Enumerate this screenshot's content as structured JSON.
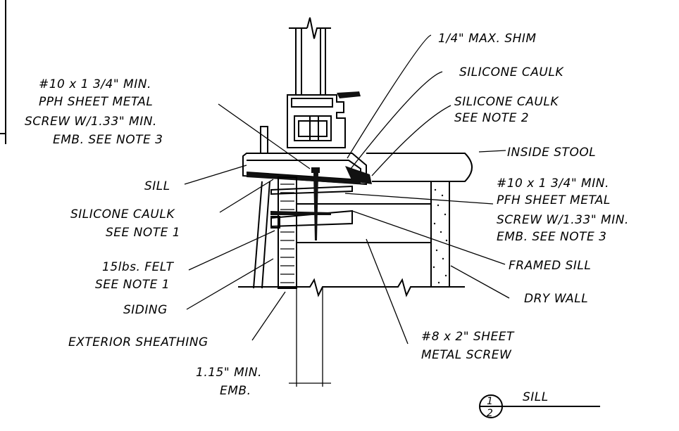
{
  "labels": {
    "shim": "1/4\" MAX. SHIM",
    "silicone_caulk_top": "SILICONE CAULK",
    "silicone_caulk_note2": [
      "SILICONE CAULK",
      "SEE NOTE 2"
    ],
    "inside_stool": "INSIDE STOOL",
    "screw_pfh": [
      "#10 x 1 3/4\" MIN.",
      "PFH SHEET METAL",
      "SCREW W/1.33\" MIN.",
      "EMB. SEE NOTE 3"
    ],
    "screw_pph": [
      "#10 x 1 3/4\" MIN.",
      "PPH SHEET METAL",
      "SCREW W/1.33\" MIN.",
      "EMB. SEE NOTE 3"
    ],
    "sill": "SILL",
    "silicone_caulk_note1": [
      "SILICONE CAULK",
      "SEE NOTE 1"
    ],
    "felt": [
      "15lbs. FELT",
      "SEE NOTE 1"
    ],
    "siding": "SIDING",
    "exterior_sheathing": "EXTERIOR SHEATHING",
    "framed_sill": "FRAMED SILL",
    "dry_wall": "DRY WALL",
    "sheet_metal_screw": [
      "#8 x 2\" SHEET",
      "METAL SCREW"
    ],
    "embedment": [
      "1.15\" MIN.",
      "EMB."
    ]
  },
  "detail_tag": {
    "number": "1",
    "sheet": "2",
    "title": "SILL"
  }
}
